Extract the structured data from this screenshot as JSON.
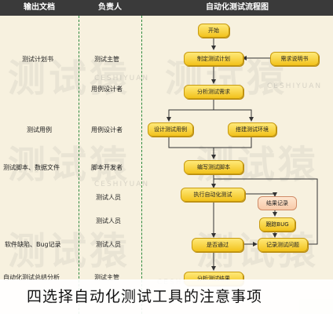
{
  "headers": {
    "output": "输出文档",
    "owner": "负责人",
    "flow": "自动化测试流程图"
  },
  "outputs": [
    "测试计划书",
    "测试用例",
    "测试脚本、数据文件",
    "软件缺陷、Bug记录",
    "自动化测试总结分析"
  ],
  "owners": [
    "测试主管",
    "用例设计者",
    "用例设计者",
    "脚本开发者",
    "测试人员",
    "测试人员",
    "测试人员",
    "测试主管"
  ],
  "nodes": {
    "start": "开始",
    "plan": "制定测试计划",
    "req": "需求说明书",
    "analyze": "分析测试需求",
    "design": "设计测试用例",
    "env": "搭建测试环境",
    "script": "编写测试脚本",
    "run": "执行自动化测试",
    "record": "结果记录",
    "track": "跟踪BUG",
    "analysis": "记录测试问题",
    "pass": "是否通过",
    "summary": "分析测试结果"
  },
  "watermark": {
    "text": "测试猿",
    "sub": "CESHIYUAN"
  },
  "caption": "四选择自动化测试工具的注意事项"
}
